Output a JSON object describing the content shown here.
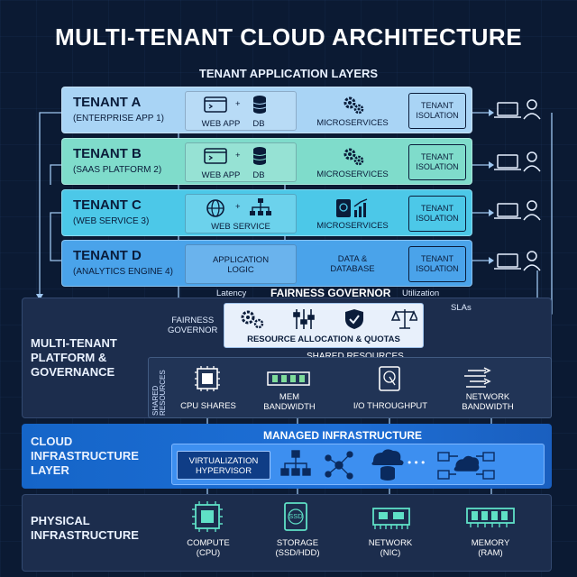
{
  "title": "MULTI-TENANT CLOUD ARCHITECTURE",
  "subtitle": "TENANT APPLICATION LAYERS",
  "tenants": [
    {
      "name": "TENANT A",
      "desc": "(ENTERPRISE APP 1)",
      "app": "WEB APP",
      "db": "DB",
      "services": "MICROSERVICES",
      "isolation": "TENANT\nISOLATION",
      "color": "#a9d4f5"
    },
    {
      "name": "TENANT B",
      "desc": "(SAAS PLATFORM 2)",
      "app": "WEB APP",
      "db": "DB",
      "services": "MICROSERVICES",
      "isolation": "TENANT\nISOLATION",
      "color": "#7fdccb"
    },
    {
      "name": "TENANT C",
      "desc": "(WEB SERVICE 3)",
      "app": "WEB SERVICE",
      "db": "",
      "services": "MICROSERVICES",
      "isolation": "TENANT\nISOLATION",
      "color": "#4cc8e8"
    },
    {
      "name": "TENANT D",
      "desc": "(ANALYTICS ENGINE 4)",
      "app": "APPLICATION\nLOGIC",
      "db": "",
      "services": "DATA &\nDATABASE",
      "isolation": "TENANT\nISOLATION",
      "color": "#4aa3ea"
    }
  ],
  "governance": {
    "latency": "Latency",
    "fairness_title": "FAIRNESS GOVERNOR",
    "utilization": "Utilization",
    "slas": "SLAs",
    "fairness_side": "FAIRNESS\nGOVERNOR",
    "allocation": "RESOURCE ALLOCATION & QUOTAS"
  },
  "layers": {
    "platform": "MULTI-TENANT\nPLATFORM &\nGOVERNANCE",
    "cloud": "CLOUD\nINFRASTRUCTURE\nLAYER",
    "physical": "PHYSICAL\nINFRASTRUCTURE"
  },
  "shared": {
    "title": "SHARED RESOURCES",
    "side": "SHARED\nRESOURCES",
    "items": [
      "CPU SHARES",
      "MEM\nBANDWIDTH",
      "I/O THROUGHPUT",
      "NETWORK\nBANDWIDTH"
    ]
  },
  "managed": {
    "title": "MANAGED INFRASTRUCTURE",
    "virtualization": "VIRTUALIZATION\nHYPERVISOR",
    "dots": "• • •"
  },
  "physical": {
    "items": [
      "COMPUTE\n(CPU)",
      "STORAGE\n(SSD/HDD)",
      "NETWORK\n(NIC)",
      "MEMORY\n(RAM)"
    ],
    "ssd": "SSD"
  },
  "colors": {
    "background": "#0b1a33",
    "accent": "#3d8ff0",
    "line": "#9fc7f0"
  }
}
